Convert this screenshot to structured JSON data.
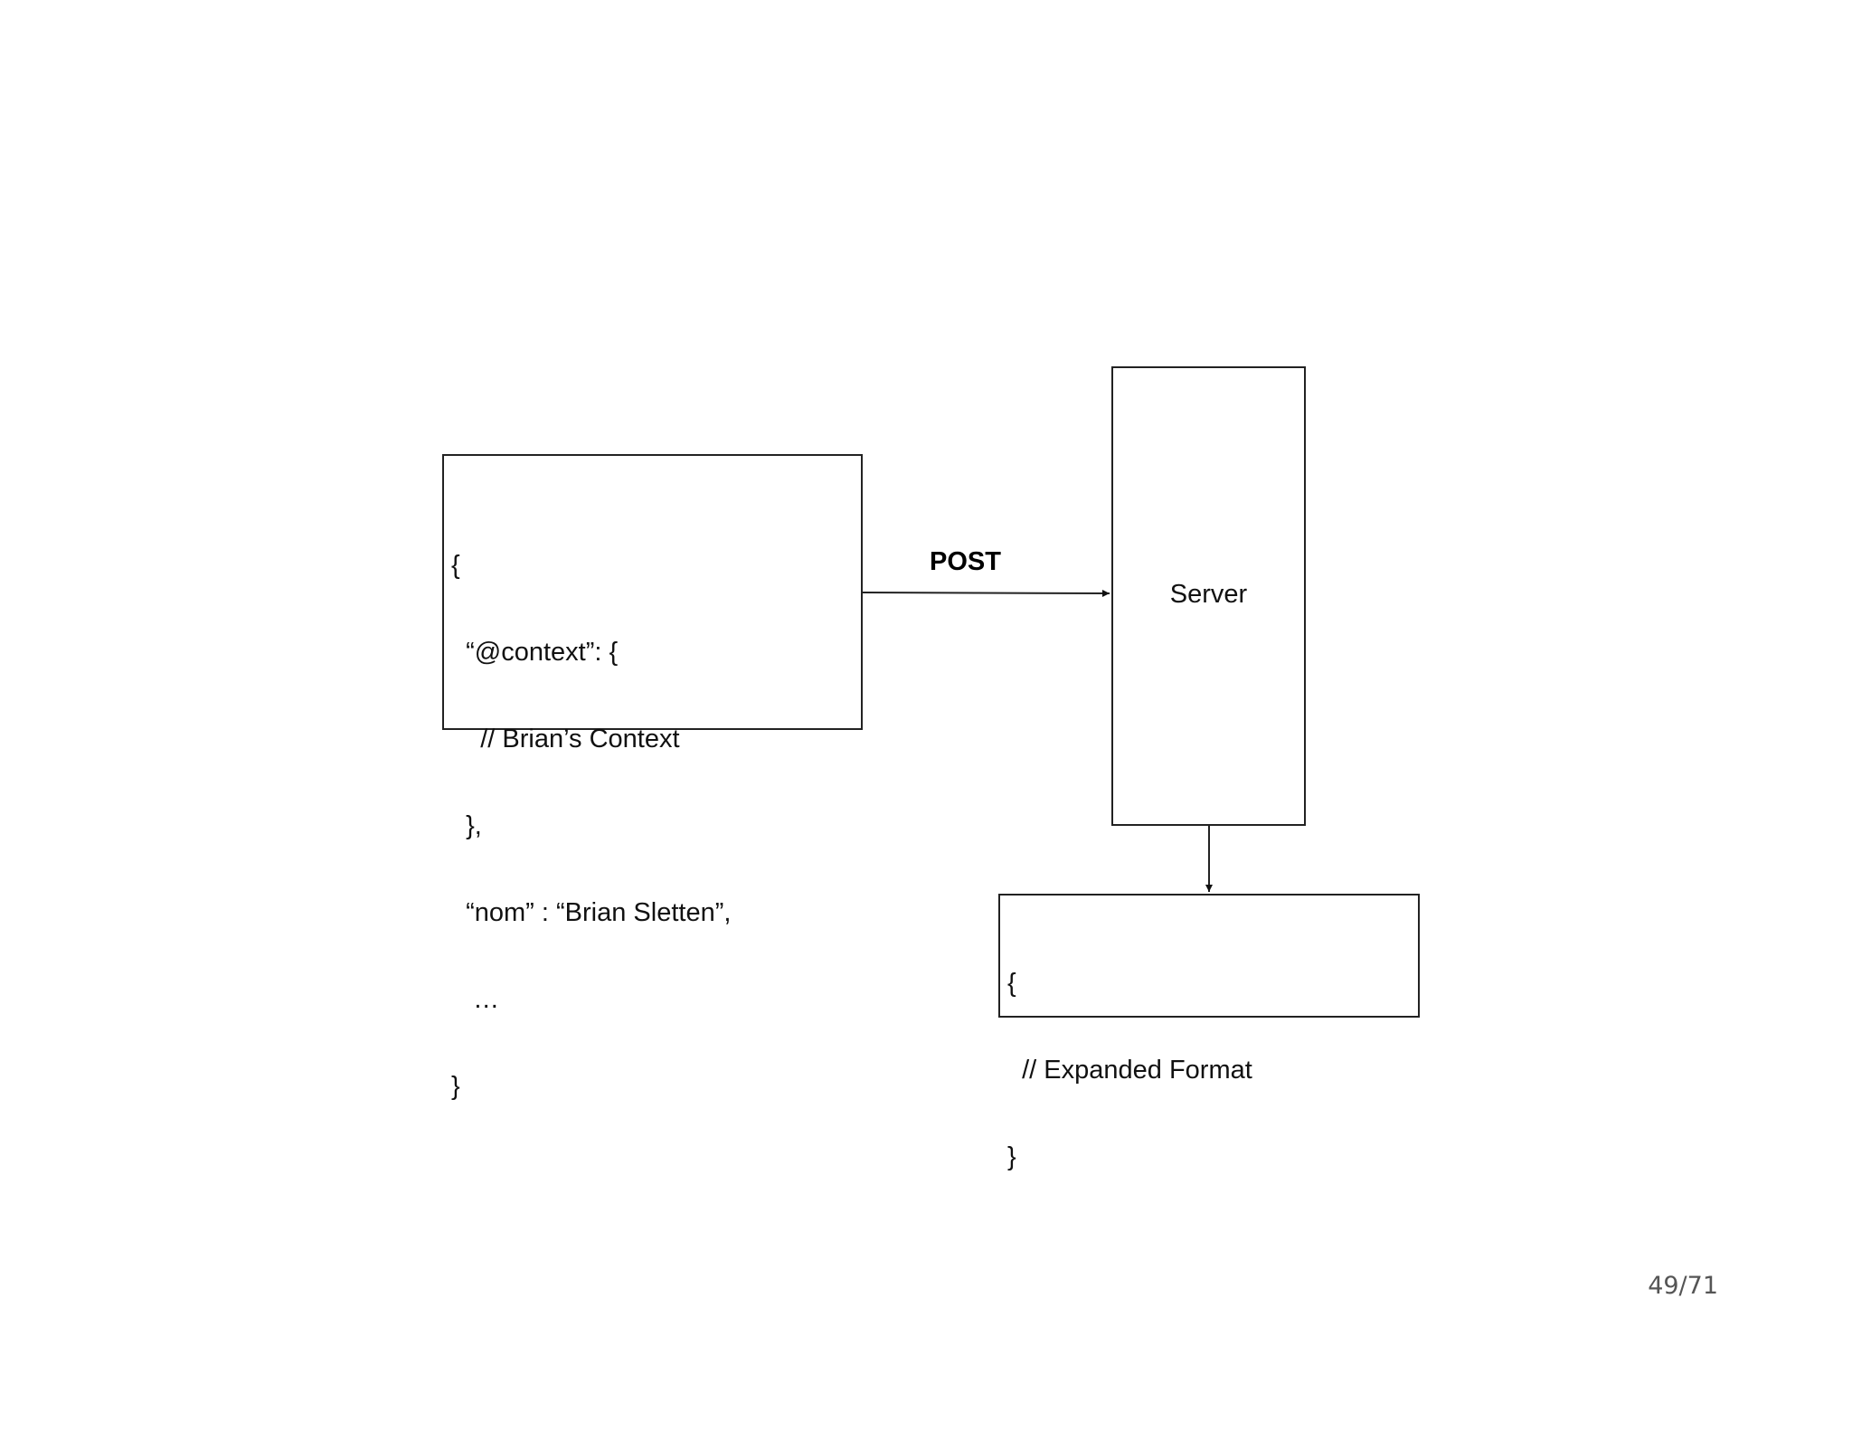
{
  "diagram": {
    "client_payload": {
      "lines": [
        "{",
        "  “@context”: {",
        "    // Brian’s Context",
        "  },",
        "  “nom” : “Brian Sletten”,",
        "   …",
        "}"
      ]
    },
    "edge_post": {
      "from": "client_payload",
      "to": "server",
      "label": "POST"
    },
    "server": {
      "label": "Server"
    },
    "edge_result": {
      "from": "server",
      "to": "expanded_result"
    },
    "expanded_result": {
      "lines": [
        "{",
        "  // Expanded Format",
        "}"
      ]
    }
  },
  "page_counter": "49/71",
  "colors": {
    "stroke": "#222222",
    "text": "#111111",
    "page_counter": "#555555",
    "background": "#ffffff"
  }
}
